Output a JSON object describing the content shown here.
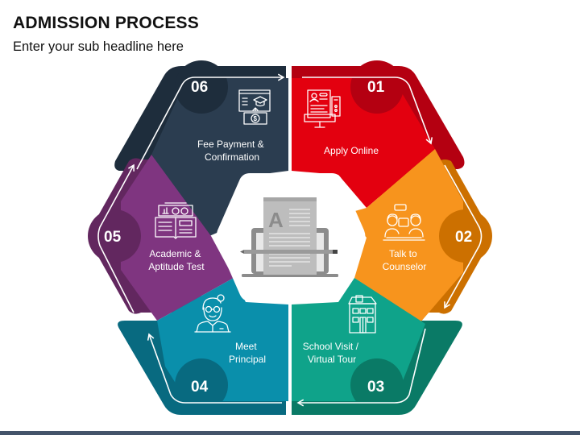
{
  "header": {
    "title": "ADMISSION PROCESS",
    "subtitle": "Enter your sub headline here"
  },
  "steps": [
    {
      "number": "01",
      "label_lines": [
        "Apply Online"
      ],
      "icon": "online-application-icon",
      "color": "#e3000f",
      "dark_color": "#b40011"
    },
    {
      "number": "02",
      "label_lines": [
        "Talk to",
        "Counselor"
      ],
      "icon": "counseling-conversation-icon",
      "color": "#f7941d",
      "dark_color": "#cc7000"
    },
    {
      "number": "03",
      "label_lines": [
        "School Visit /",
        "Virtual Tour"
      ],
      "icon": "school-building-icon",
      "color": "#0fa38a",
      "dark_color": "#0a7a66"
    },
    {
      "number": "04",
      "label_lines": [
        "Meet",
        "Principal"
      ],
      "icon": "principal-person-icon",
      "color": "#0a8fab",
      "dark_color": "#086a80"
    },
    {
      "number": "05",
      "label_lines": [
        "Academic &",
        "Aptitude Test"
      ],
      "icon": "test-book-charts-icon",
      "color": "#7f3580",
      "dark_color": "#62275f"
    },
    {
      "number": "06",
      "label_lines": [
        "Fee Payment &",
        "Confirmation"
      ],
      "icon": "fee-payment-icon",
      "color": "#2b3d50",
      "dark_color": "#1e2d3c"
    }
  ],
  "center": {
    "icon": "document-laptop-pencil-icon"
  },
  "colors": {
    "footer": "#44546a",
    "center_bg": "#ffffff"
  }
}
